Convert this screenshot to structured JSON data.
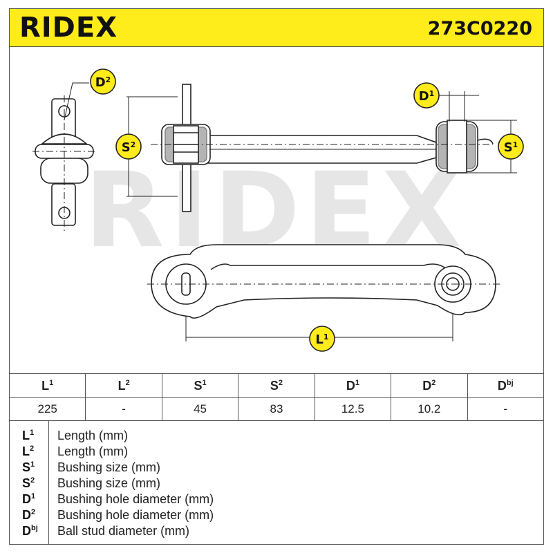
{
  "header": {
    "brand": "RIDEX",
    "part_number": "273C0220"
  },
  "watermark": "RIDEX",
  "callouts": {
    "d2": {
      "base": "D",
      "sup": "2"
    },
    "d1": {
      "base": "D",
      "sup": "1"
    },
    "s2": {
      "base": "S",
      "sup": "2"
    },
    "s1": {
      "base": "S",
      "sup": "1"
    },
    "l1": {
      "base": "L",
      "sup": "1"
    }
  },
  "spec_table": {
    "headers": [
      {
        "base": "L",
        "sup": "1"
      },
      {
        "base": "L",
        "sup": "2"
      },
      {
        "base": "S",
        "sup": "1"
      },
      {
        "base": "S",
        "sup": "2"
      },
      {
        "base": "D",
        "sup": "1"
      },
      {
        "base": "D",
        "sup": "2"
      },
      {
        "base": "D",
        "sup": "bj"
      }
    ],
    "values": [
      "225",
      "-",
      "45",
      "83",
      "12.5",
      "10.2",
      "-"
    ]
  },
  "legend": [
    {
      "base": "L",
      "sup": "1",
      "desc": "Length (mm)"
    },
    {
      "base": "L",
      "sup": "2",
      "desc": "Length (mm)"
    },
    {
      "base": "S",
      "sup": "1",
      "desc": "Bushing size (mm)"
    },
    {
      "base": "S",
      "sup": "2",
      "desc": "Bushing size (mm)"
    },
    {
      "base": "D",
      "sup": "1",
      "desc": "Bushing hole diameter (mm)"
    },
    {
      "base": "D",
      "sup": "2",
      "desc": "Bushing hole diameter (mm)"
    },
    {
      "base": "D",
      "sup": "bj",
      "desc": "Ball stud diameter (mm)"
    }
  ],
  "colors": {
    "header_bg": "#ffec1a",
    "callout_bg": "#ffec1a",
    "line": "#222222",
    "watermark": "#e6e6e6"
  }
}
